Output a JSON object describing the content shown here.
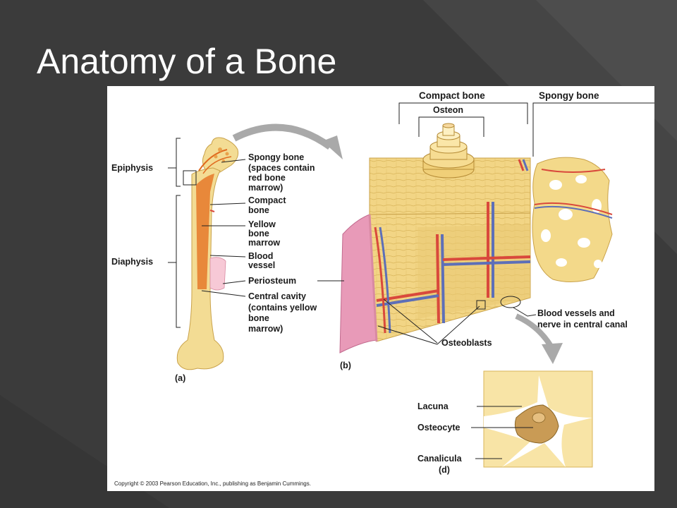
{
  "slide": {
    "title": "Anatomy of a Bone"
  },
  "labels": {
    "epiphysis": "Epiphysis",
    "diaphysis": "Diaphysis",
    "spongy_bone_lines": [
      "Spongy bone",
      "(spaces contain",
      "red bone",
      "marrow)"
    ],
    "compact_bone_lines": [
      "Compact",
      "bone"
    ],
    "yellow_marrow_lines": [
      "Yellow",
      "bone",
      "marrow"
    ],
    "blood_vessel_lines": [
      "Blood",
      "vessel"
    ],
    "periosteum": "Periosteum",
    "central_cavity_lines": [
      "Central cavity",
      "(contains yellow",
      "bone",
      "marrow)"
    ],
    "panel_a": "(a)",
    "compact_bone_header": "Compact bone",
    "spongy_bone_header": "Spongy bone",
    "osteon": "Osteon",
    "blood_vessels_nerve_lines": [
      "Blood vessels and",
      "nerve in central canal"
    ],
    "osteoblasts": "Osteoblasts",
    "panel_b": "(b)",
    "lacuna": "Lacuna",
    "osteocyte": "Osteocyte",
    "canalicula": "Canalicula",
    "panel_d": "(d)"
  },
  "copyright": "Copyright © 2003 Pearson Education, Inc., publishing as Benjamin Cummings.",
  "colors": {
    "slide_bg": "#3b3b3b",
    "bone": "#f3d98a",
    "marrow": "#e06a1e",
    "periosteum": "#e89ab8",
    "artery": "#d9493c",
    "vein": "#5d6fb8"
  }
}
